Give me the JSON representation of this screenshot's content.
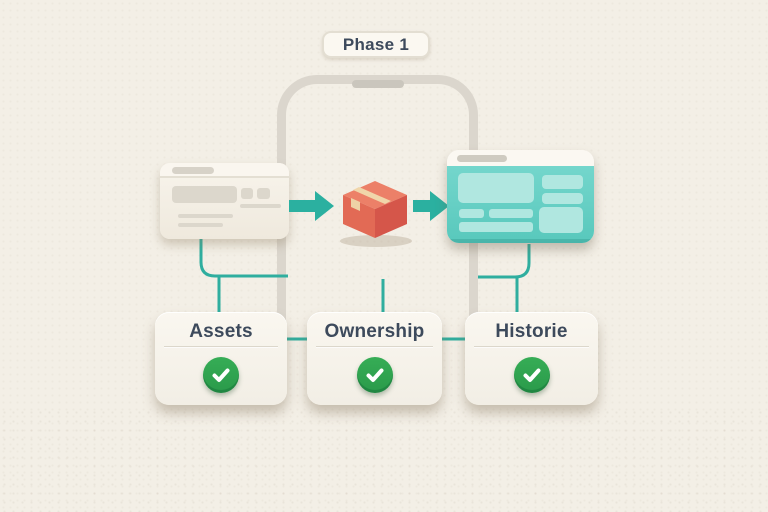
{
  "badge": {
    "label": "Phase 1"
  },
  "phone": {
    "type": "smartphone-frame",
    "notch": "speaker-notch"
  },
  "flow": {
    "source": {
      "type": "document-card",
      "description": "cream card with placeholder text blocks"
    },
    "transfer": {
      "icon": "package-box-icon",
      "arrows": [
        "arrow-right",
        "arrow-right"
      ]
    },
    "destination": {
      "type": "browser-card",
      "description": "teal app window with placeholder blocks"
    }
  },
  "checklist": {
    "items": [
      {
        "label": "Assets",
        "status_icon": "check-icon",
        "checked": true
      },
      {
        "label": "Ownership",
        "status_icon": "check-icon",
        "checked": true
      },
      {
        "label": "Historie",
        "status_icon": "check-icon",
        "checked": true
      }
    ]
  },
  "colors": {
    "background": "#f3efe6",
    "teal_accent": "#2bb0a0",
    "teal_card": "#63cec3",
    "green_check": "#2fa350",
    "coral_box": "#dd604f",
    "text_dark": "#3d4a5c",
    "phone_frame": "#dbd6cd"
  }
}
